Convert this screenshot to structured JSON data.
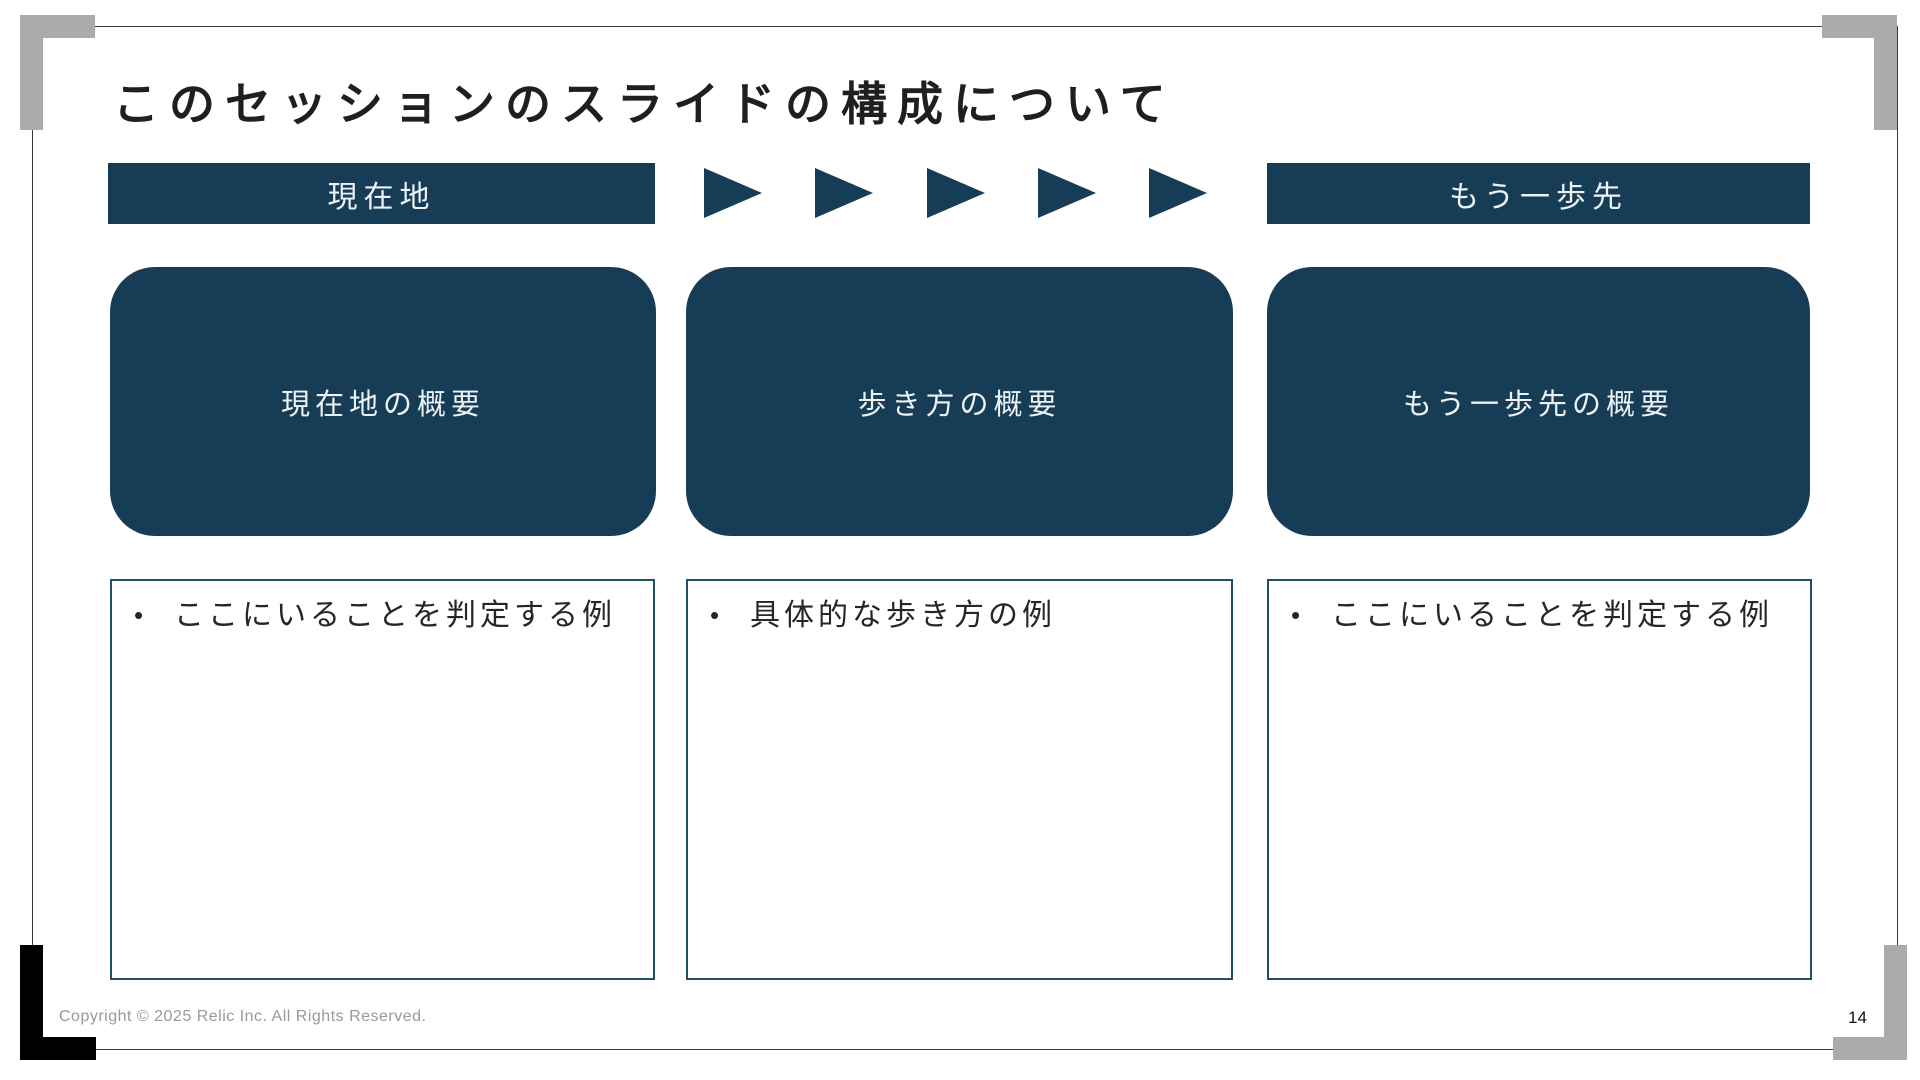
{
  "slide": {
    "title": "このセッションのスライドの構成について",
    "page_number": "14",
    "copyright": "Copyright © 2025 Relic Inc. All Rights Reserved."
  },
  "flow": {
    "left_label": "現在地",
    "right_label": "もう一歩先",
    "arrow_count": 5
  },
  "overview_boxes": [
    {
      "label": "現在地の概要"
    },
    {
      "label": "歩き方の概要"
    },
    {
      "label": "もう一歩先の概要"
    }
  ],
  "example_boxes": [
    {
      "bullet": "•",
      "text": "ここにいることを判定する例"
    },
    {
      "bullet": "•",
      "text": "具体的な歩き方の例"
    },
    {
      "bullet": "•",
      "text": "ここにいることを判定する例"
    }
  ],
  "colors": {
    "navy": "#173D56",
    "box_border": "#1F5066",
    "bracket_gray": "#ABABAB",
    "bracket_black": "#000000",
    "copyright_gray": "#999999"
  }
}
